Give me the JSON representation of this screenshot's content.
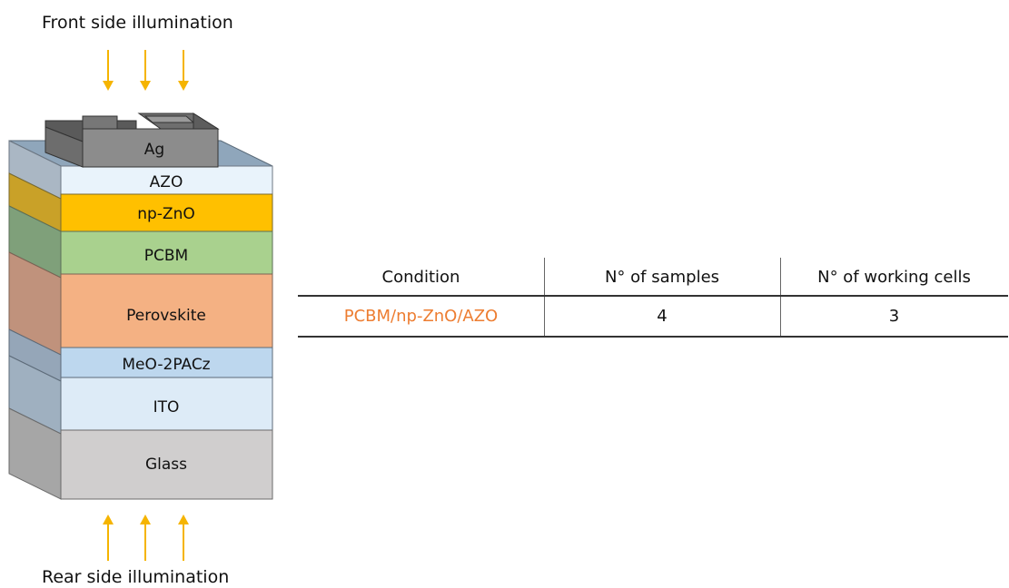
{
  "illumination": {
    "front_label": "Front side illumination",
    "rear_label": "Rear side illumination",
    "arrow_color": "#f5b400"
  },
  "stack": {
    "layers": [
      {
        "name": "Ag",
        "color": "#8c8c8c"
      },
      {
        "name": "AZO",
        "color": "#e9f3fb"
      },
      {
        "name": "np-ZnO",
        "color": "#ffc000"
      },
      {
        "name": "PCBM",
        "color": "#a9d18e"
      },
      {
        "name": "Perovskite",
        "color": "#f4b183"
      },
      {
        "name": "MeO-2PACz",
        "color": "#bdd7ee"
      },
      {
        "name": "ITO",
        "color": "#ddebf7"
      },
      {
        "name": "Glass",
        "color": "#d0cece"
      }
    ]
  },
  "table": {
    "headers": [
      "Condition",
      "N° of samples",
      "N° of working cells"
    ],
    "rows": [
      {
        "condition": "PCBM/np-ZnO/AZO",
        "samples": "4",
        "working_cells": "3"
      }
    ],
    "condition_color": "#ed7d31"
  }
}
